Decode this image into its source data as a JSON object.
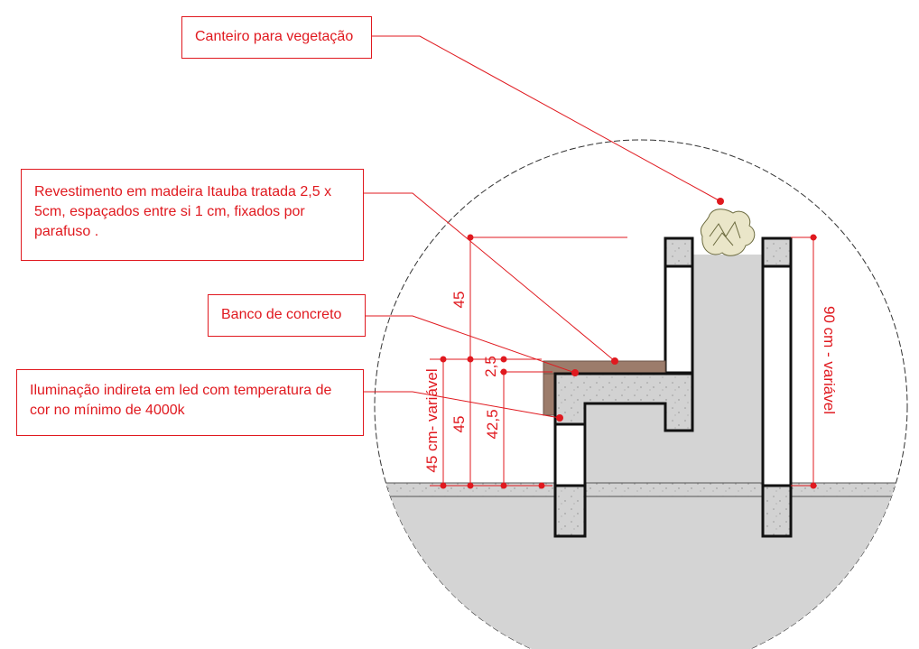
{
  "callouts": {
    "canteiro": "Canteiro para vegetação",
    "revestimento": "Revestimento em madeira Itauba tratada 2,5 x 5cm, espaçados entre si 1 cm,  fixados por parafuso .",
    "banco": "Banco de concreto",
    "iluminacao": "Iluminação indireta em led com temperatura de cor no mínimo de 4000k"
  },
  "dimensions": {
    "d45_upper": "45",
    "d2_5": "2,5",
    "d45_lower": "45",
    "d42_5": "42,5",
    "d45cm_variavel": "45 cm- variável",
    "d90cm_variavel": "90 cm - variável"
  },
  "colors": {
    "annotation_red": "#e0191f",
    "concrete_fill": "#d9d9d9",
    "wood_fill": "#9c7c6b",
    "ground_fill": "#c8c8c8"
  }
}
